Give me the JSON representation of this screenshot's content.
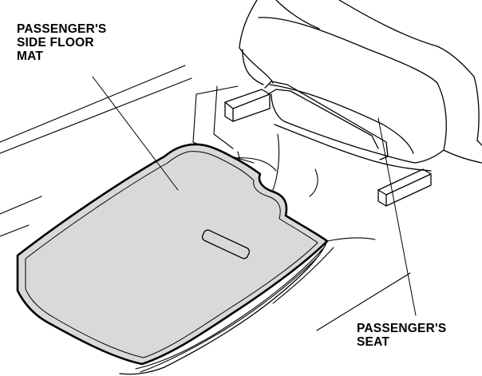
{
  "labels": {
    "floor_mat": [
      "PASSENGER'S",
      "SIDE FLOOR",
      "MAT"
    ],
    "seat": [
      "PASSENGER'S",
      "SEAT"
    ]
  }
}
